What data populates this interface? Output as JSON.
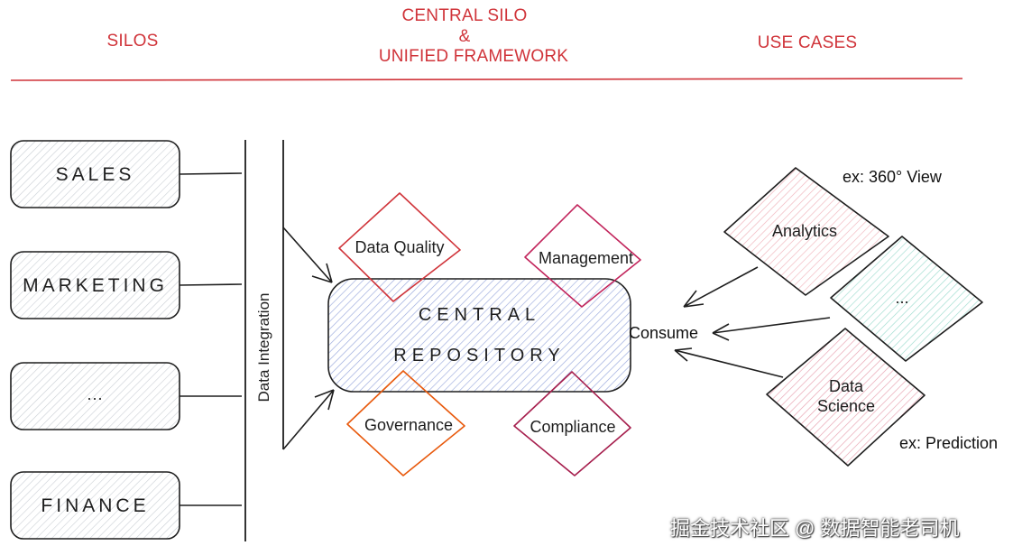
{
  "headers": {
    "silos": "SILOS",
    "central_line1": "CENTRAL SILO",
    "central_amp": "&",
    "central_line2": "UNIFIED FRAMEWORK",
    "use_cases": "USE CASES"
  },
  "silos": [
    "SALES",
    "MARKETING",
    "...",
    "FINANCE"
  ],
  "integration_label": "Data Integration",
  "central": {
    "line1": "CENTRAL",
    "line2": "REPOSITORY"
  },
  "pillars": {
    "quality": "Data Quality",
    "management": "Management",
    "governance": "Governance",
    "compliance": "Compliance"
  },
  "consume_label": "Consume",
  "use_cases": {
    "analytics": "Analytics",
    "other": "...",
    "ds_line1": "Data",
    "ds_line2": "Science"
  },
  "annotations": {
    "analytics_example": "ex: 360° View",
    "ds_example": "ex: Prediction"
  },
  "watermark": "掘金技术社区 @ 数据智能老司机",
  "colors": {
    "header_red": "#d0343a",
    "silo_fill": "#e9ecef",
    "central_fill": "#a5b4e6",
    "quality_border": "#d0343a",
    "management_border": "#c2255c",
    "governance_border": "#e8590c",
    "compliance_border": "#a61e4d",
    "analytics_fill": "#f2b8bf",
    "other_fill": "#a8e6dc",
    "ds_fill": "#ecaab8"
  }
}
